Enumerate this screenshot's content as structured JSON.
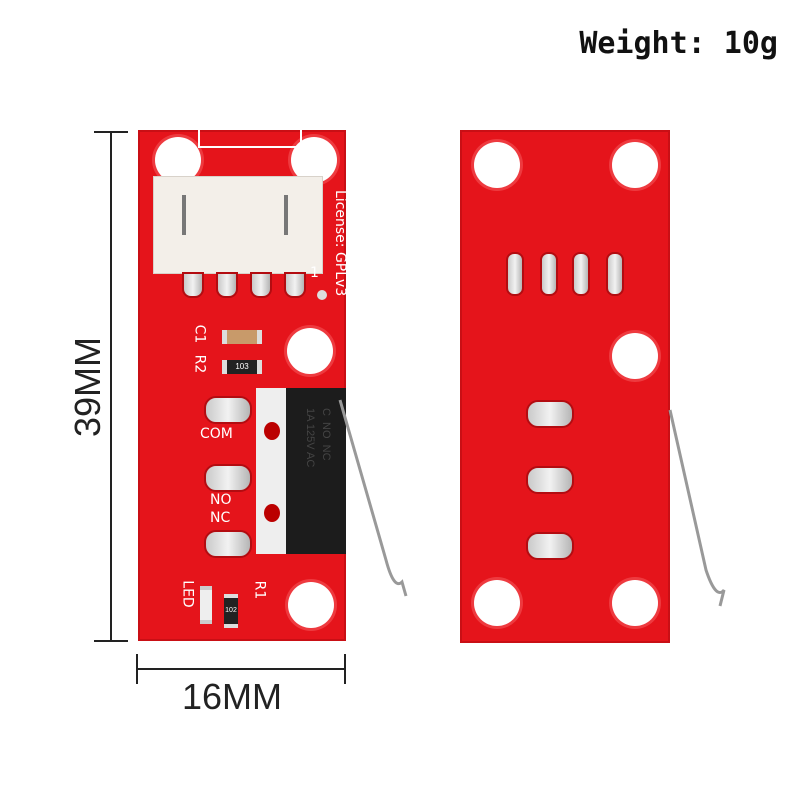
{
  "header": {
    "weight_label": "Weight: 10g"
  },
  "dimensions": {
    "height_label": "39MM",
    "width_label": "16MM"
  },
  "front_board": {
    "license": "License: GPLv3",
    "pin_one": "1",
    "c1": "C1",
    "r2": "R2",
    "r2_code": "103",
    "com": "COM",
    "no": "NO",
    "nc": "NC",
    "led": "LED",
    "r1": "R1",
    "r1_code": "102",
    "switch_rating": "1A 125V AC",
    "switch_pins": "C  NO  NC"
  }
}
